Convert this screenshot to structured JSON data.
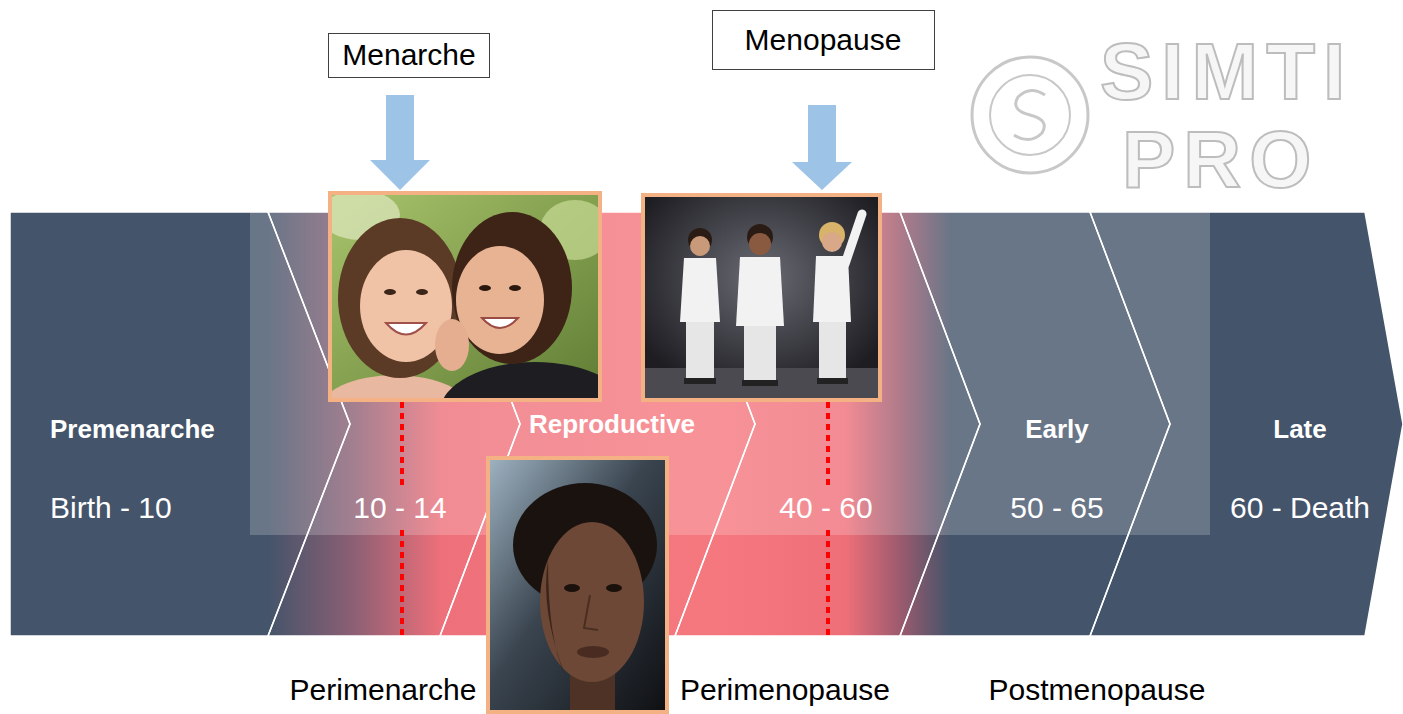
{
  "diagram": {
    "nodes": [
      {
        "text": [
          "Menarche"
        ]
      },
      {
        "text": [
          "Menopause"
        ]
      },
      {
        "text": [
          "Premenarche",
          "Birth - 10"
        ]
      },
      {
        "text": [
          "10 - 14",
          "Perimenarche"
        ]
      },
      {
        "text": [
          "Reproductive"
        ]
      },
      {
        "text": [
          "40 - 60",
          "Perimenopause"
        ]
      },
      {
        "text": [
          "Early",
          "50 - 65"
        ]
      },
      {
        "text": [
          "Late",
          "60 - Death"
        ]
      }
    ],
    "labels": [
      "Postmenopause",
      "SIMTI",
      "PRO"
    ]
  }
}
